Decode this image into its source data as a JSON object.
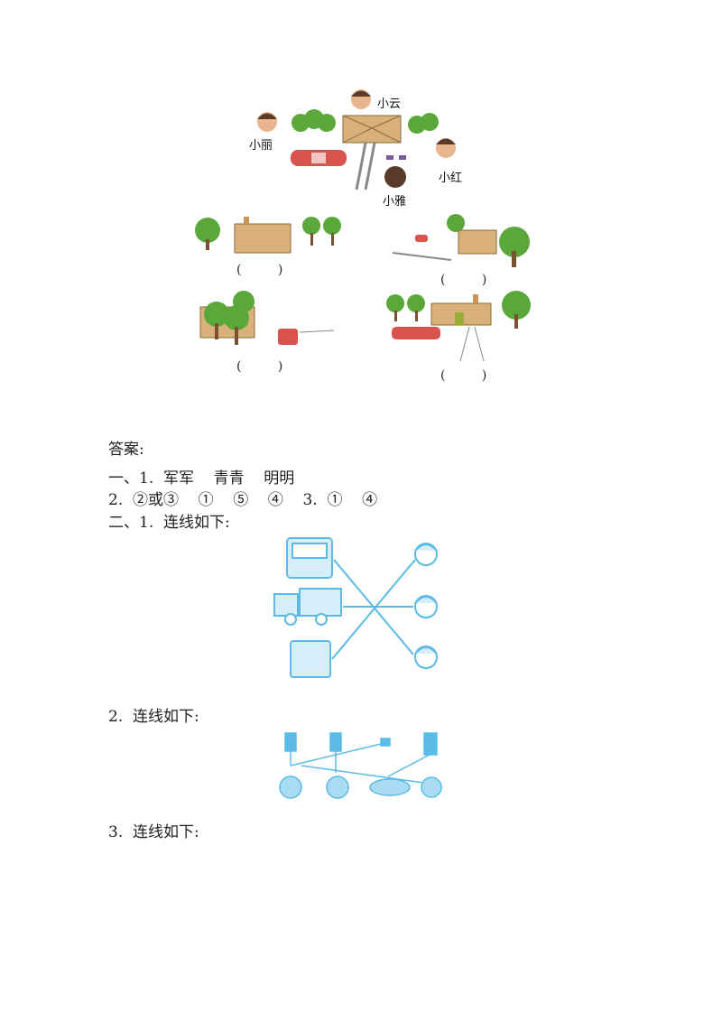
{
  "map": {
    "names": {
      "xiaoyun": "小云",
      "xiaoli": "小丽",
      "xiaohong": "小红",
      "xiaoya": "小雅"
    },
    "blank": "(    )"
  },
  "answers": {
    "heading": "答案:",
    "q1_1": "一、1.  军军    青青    明明",
    "q1_2": "2.  ②或③    ①    ⑤    ④    3.  ①    ④",
    "q2_1": "二、1.  连线如下:",
    "q2_2": "2.  连线如下:",
    "q2_3": "3.  连线如下:"
  },
  "colors": {
    "house": "#d9b07a",
    "roof": "#c8955a",
    "tree": "#5aa83a",
    "trunk": "#7a5230",
    "car": "#d9534f",
    "answer_blue": "#5bbbe6"
  }
}
